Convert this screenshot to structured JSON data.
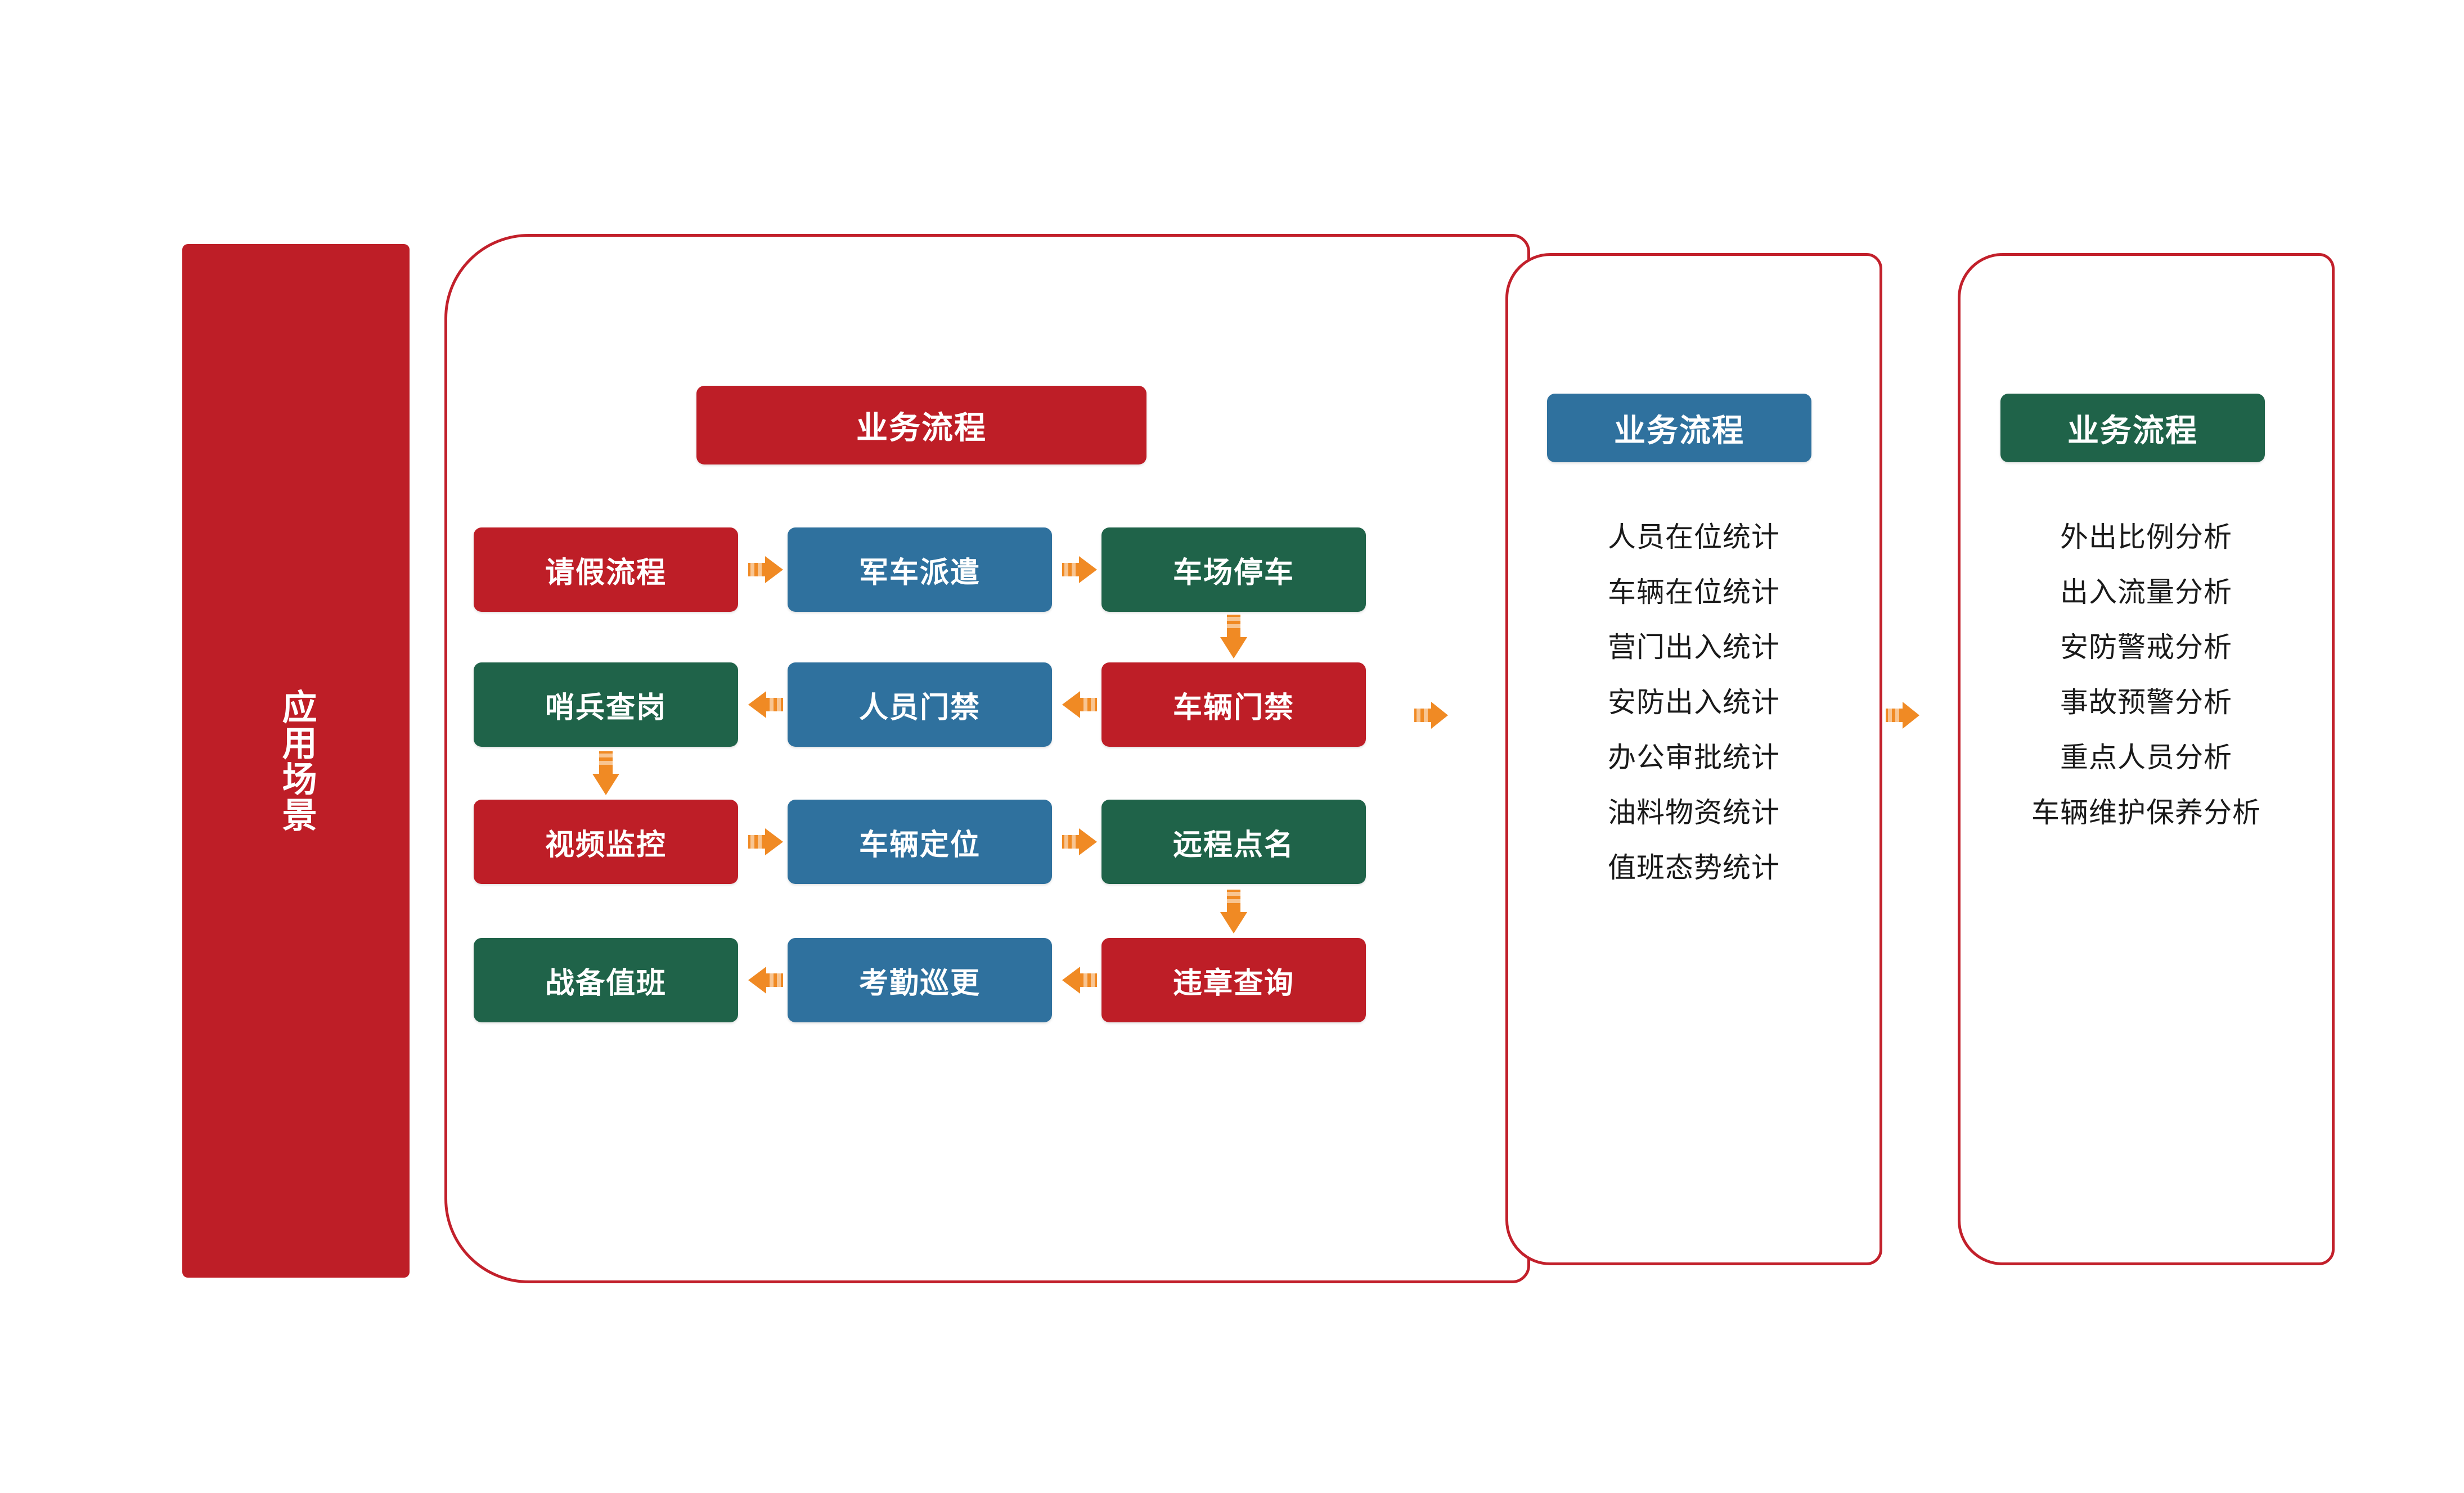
{
  "colors": {
    "red": "#BE1E27",
    "blue": "#2F719E",
    "green": "#1F6349",
    "arrow_orange": "#F08A24",
    "panel_border": "#C2202B",
    "text_dark": "#1a1a1a"
  },
  "scene_bar": {
    "label": "应用场景"
  },
  "main_panel": {
    "header": "业务流程",
    "flow_rows": [
      {
        "direction": "right",
        "boxes": [
          {
            "label": "请假流程",
            "color": "red"
          },
          {
            "label": "军车派遣",
            "color": "blue"
          },
          {
            "label": "车场停车",
            "color": "green"
          }
        ]
      },
      {
        "direction": "left",
        "boxes": [
          {
            "label": "哨兵查岗",
            "color": "green"
          },
          {
            "label": "人员门禁",
            "color": "blue"
          },
          {
            "label": "车辆门禁",
            "color": "red"
          }
        ]
      },
      {
        "direction": "right",
        "boxes": [
          {
            "label": "视频监控",
            "color": "red"
          },
          {
            "label": "车辆定位",
            "color": "blue"
          },
          {
            "label": "远程点名",
            "color": "green"
          }
        ]
      },
      {
        "direction": "left",
        "boxes": [
          {
            "label": "战备值班",
            "color": "green"
          },
          {
            "label": "考勤巡更",
            "color": "blue"
          },
          {
            "label": "违章查询",
            "color": "red"
          }
        ]
      }
    ]
  },
  "stats_panel": {
    "header": "业务流程",
    "items": [
      "人员在位统计",
      "车辆在位统计",
      "营门出入统计",
      "安防出入统计",
      "办公审批统计",
      "油料物资统计",
      "值班态势统计"
    ]
  },
  "analysis_panel": {
    "header": "业务流程",
    "items": [
      "外出比例分析",
      "出入流量分析",
      "安防警戒分析",
      "事故预警分析",
      "重点人员分析",
      "车辆维护保养分析"
    ]
  },
  "icons": {
    "arrow_right": "arrow-right-icon",
    "arrow_left": "arrow-left-icon",
    "arrow_down": "arrow-down-icon"
  }
}
